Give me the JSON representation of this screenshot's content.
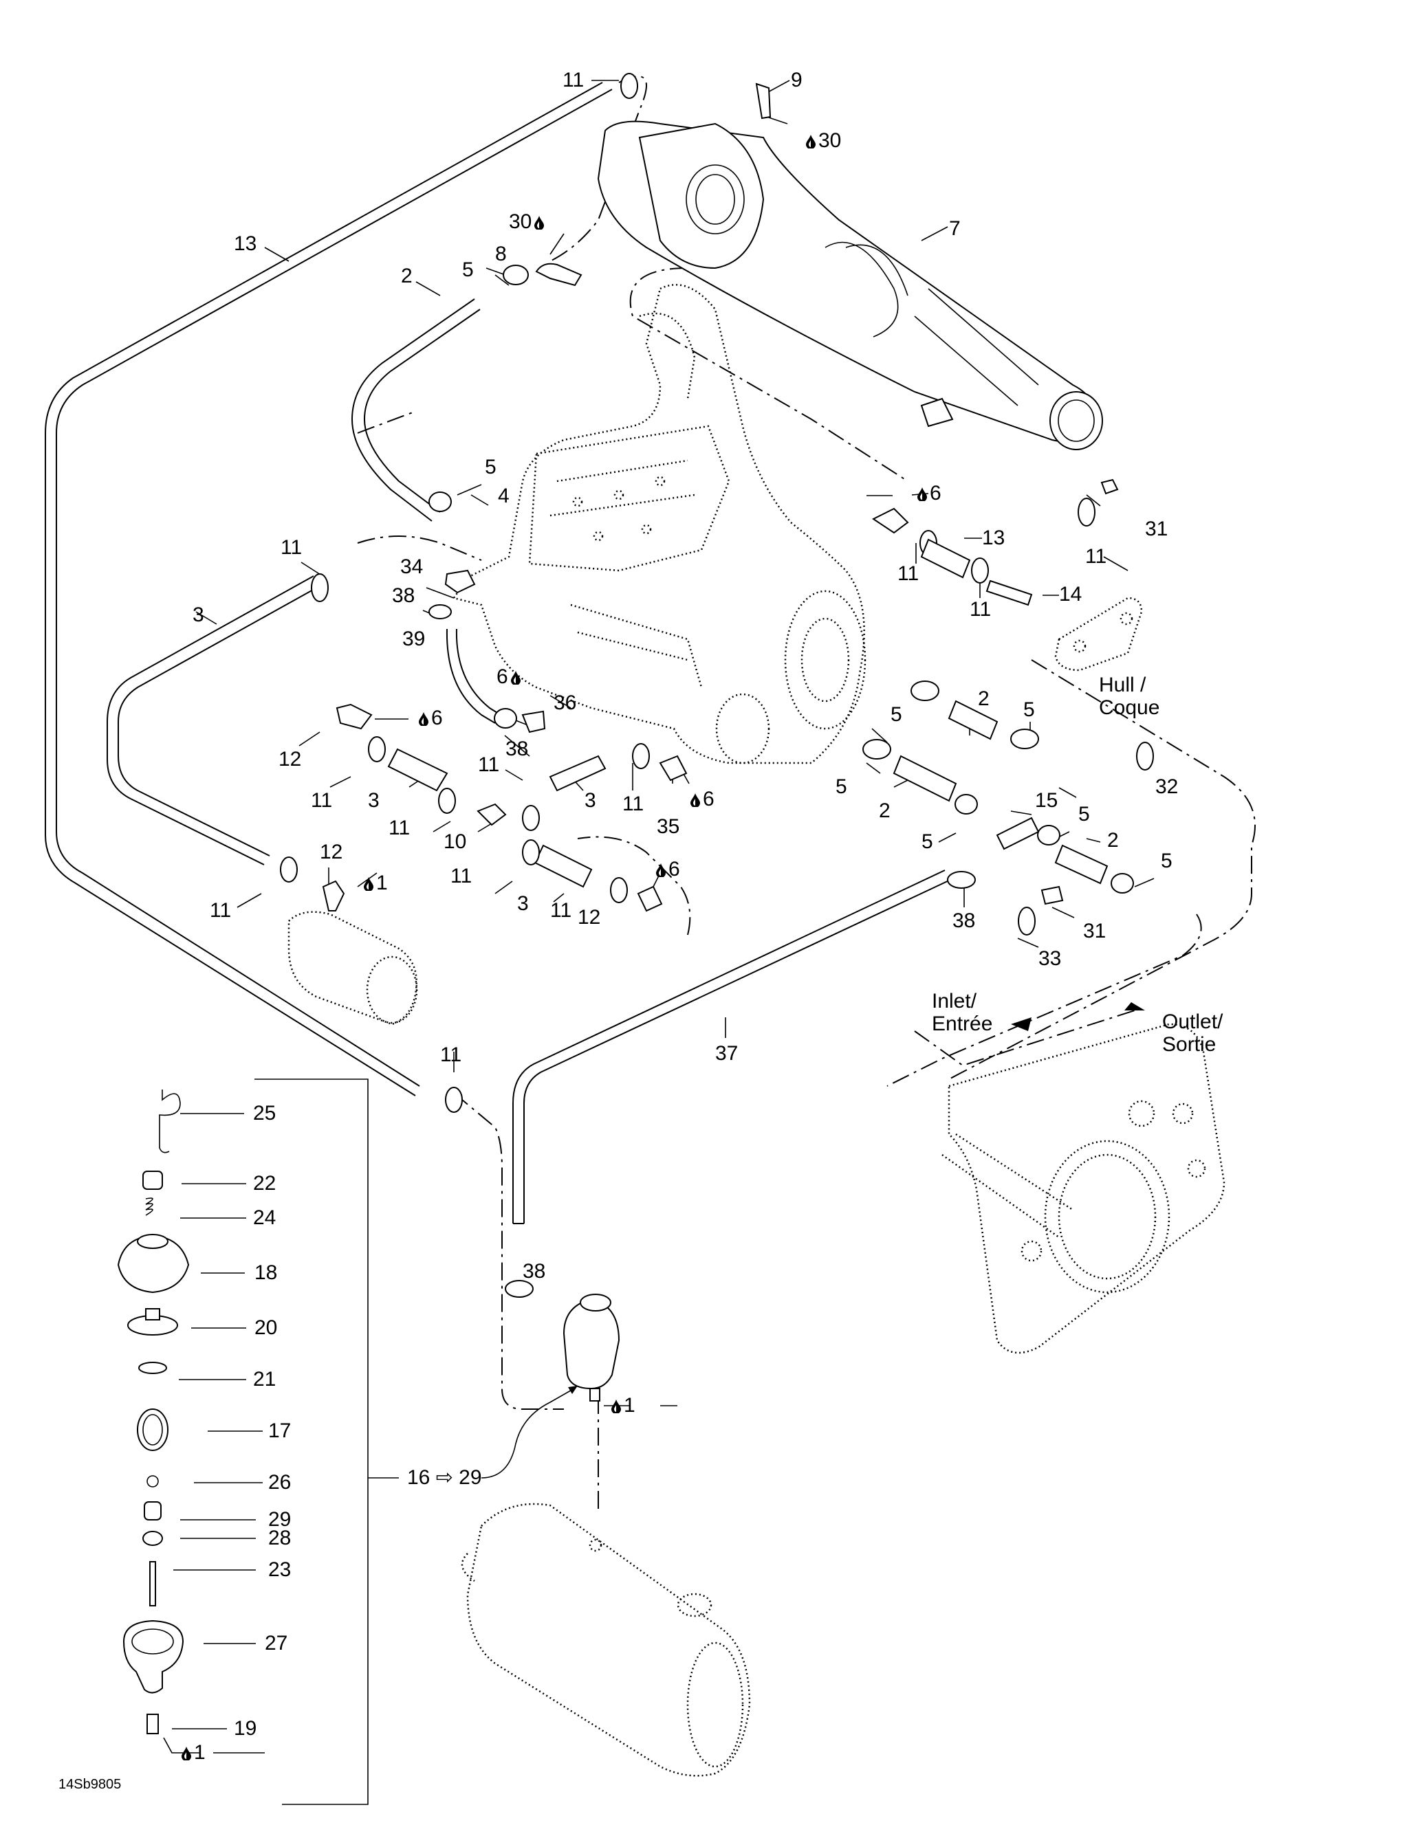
{
  "diagram": {
    "title": "Cooling system exploded parts diagram",
    "drawing_code": "14Sb9805",
    "colors": {
      "line": "#000000",
      "background": "#ffffff"
    },
    "icons": {
      "sealant_drop": "drop-icon",
      "kit_arrow": "open-arrow-icon",
      "flow_arrow": "triangle-arrow-icon"
    },
    "notes": {
      "hull": "Hull /\nCoque",
      "inlet": "Inlet/\nEntrée",
      "outlet": "Outlet/\nSortie"
    },
    "callouts": [
      {
        "id": "c-11-top",
        "text": "11",
        "drop": false
      },
      {
        "id": "c-9",
        "text": "9",
        "drop": false
      },
      {
        "id": "c-30-top",
        "text": "30",
        "drop": "before"
      },
      {
        "id": "c-7",
        "text": "7",
        "drop": false
      },
      {
        "id": "c-13-left",
        "text": "13",
        "drop": false
      },
      {
        "id": "c-30-mid",
        "text": "30",
        "drop": "after"
      },
      {
        "id": "c-8",
        "text": "8",
        "drop": false
      },
      {
        "id": "c-5-a",
        "text": "5",
        "drop": false
      },
      {
        "id": "c-2-a",
        "text": "2",
        "drop": false
      },
      {
        "id": "c-5-b",
        "text": "5",
        "drop": false
      },
      {
        "id": "c-4",
        "text": "4",
        "drop": false
      },
      {
        "id": "c-6-a",
        "text": "6",
        "drop": "before"
      },
      {
        "id": "c-31-a",
        "text": "31",
        "drop": false
      },
      {
        "id": "c-13-right",
        "text": "13",
        "drop": false
      },
      {
        "id": "c-11-b",
        "text": "11",
        "drop": false
      },
      {
        "id": "c-11-c",
        "text": "11",
        "drop": false
      },
      {
        "id": "c-11-d",
        "text": "11",
        "drop": false
      },
      {
        "id": "c-14",
        "text": "14",
        "drop": false
      },
      {
        "id": "c-11-e",
        "text": "11",
        "drop": false
      },
      {
        "id": "c-34",
        "text": "34",
        "drop": false
      },
      {
        "id": "c-38-a",
        "text": "38",
        "drop": false
      },
      {
        "id": "c-3-a",
        "text": "3",
        "drop": false
      },
      {
        "id": "c-39",
        "text": "39",
        "drop": false
      },
      {
        "id": "c-6-b",
        "text": "6",
        "drop": "after"
      },
      {
        "id": "c-36",
        "text": "36",
        "drop": false
      },
      {
        "id": "c-38-b",
        "text": "38",
        "drop": false
      },
      {
        "id": "c-6-c",
        "text": "6",
        "drop": "before"
      },
      {
        "id": "c-12-a",
        "text": "12",
        "drop": false
      },
      {
        "id": "c-11-f",
        "text": "11",
        "drop": false
      },
      {
        "id": "c-3-b",
        "text": "3",
        "drop": false
      },
      {
        "id": "c-11-g",
        "text": "11",
        "drop": false
      },
      {
        "id": "c-3-c",
        "text": "3",
        "drop": false
      },
      {
        "id": "c-11-h",
        "text": "11",
        "drop": false
      },
      {
        "id": "c-35",
        "text": "35",
        "drop": false
      },
      {
        "id": "c-6-d",
        "text": "6",
        "drop": "before"
      },
      {
        "id": "c-11-i",
        "text": "11",
        "drop": false
      },
      {
        "id": "c-10",
        "text": "10",
        "drop": false
      },
      {
        "id": "c-12-b",
        "text": "12",
        "drop": false
      },
      {
        "id": "c-1-a",
        "text": "1",
        "drop": "before"
      },
      {
        "id": "c-11-j",
        "text": "11",
        "drop": false
      },
      {
        "id": "c-11-k",
        "text": "11",
        "drop": false
      },
      {
        "id": "c-3-d",
        "text": "3",
        "drop": false
      },
      {
        "id": "c-6-e",
        "text": "6",
        "drop": "before"
      },
      {
        "id": "c-11-l",
        "text": "11",
        "drop": false
      },
      {
        "id": "c-12-c",
        "text": "12",
        "drop": false
      },
      {
        "id": "c-5-c",
        "text": "5",
        "drop": false
      },
      {
        "id": "c-2-b",
        "text": "2",
        "drop": false
      },
      {
        "id": "c-5-d",
        "text": "5",
        "drop": false
      },
      {
        "id": "c-32",
        "text": "32",
        "drop": false
      },
      {
        "id": "c-5-e",
        "text": "5",
        "drop": false
      },
      {
        "id": "c-2-c",
        "text": "2",
        "drop": false
      },
      {
        "id": "c-15",
        "text": "15",
        "drop": false
      },
      {
        "id": "c-5-f",
        "text": "5",
        "drop": false
      },
      {
        "id": "c-5-g",
        "text": "5",
        "drop": false
      },
      {
        "id": "c-2-d",
        "text": "2",
        "drop": false
      },
      {
        "id": "c-5-h",
        "text": "5",
        "drop": false
      },
      {
        "id": "c-38-c",
        "text": "38",
        "drop": false
      },
      {
        "id": "c-31-b",
        "text": "31",
        "drop": false
      },
      {
        "id": "c-33",
        "text": "33",
        "drop": false
      },
      {
        "id": "c-37",
        "text": "37",
        "drop": false
      },
      {
        "id": "c-11-m",
        "text": "11",
        "drop": false
      },
      {
        "id": "c-25",
        "text": "25",
        "drop": false
      },
      {
        "id": "c-22",
        "text": "22",
        "drop": false
      },
      {
        "id": "c-24",
        "text": "24",
        "drop": false
      },
      {
        "id": "c-18",
        "text": "18",
        "drop": false
      },
      {
        "id": "c-38-d",
        "text": "38",
        "drop": false
      },
      {
        "id": "c-20",
        "text": "20",
        "drop": false
      },
      {
        "id": "c-21",
        "text": "21",
        "drop": false
      },
      {
        "id": "c-1-b",
        "text": "1",
        "drop": "before"
      },
      {
        "id": "c-17",
        "text": "17",
        "drop": false
      },
      {
        "id": "c-26",
        "text": "26",
        "drop": false
      },
      {
        "id": "c-16-29",
        "text": "16 ⇨ 29",
        "drop": false
      },
      {
        "id": "c-29",
        "text": "29",
        "drop": false
      },
      {
        "id": "c-28",
        "text": "28",
        "drop": false
      },
      {
        "id": "c-23",
        "text": "23",
        "drop": false
      },
      {
        "id": "c-27",
        "text": "27",
        "drop": false
      },
      {
        "id": "c-19",
        "text": "19",
        "drop": false
      },
      {
        "id": "c-1-c",
        "text": "1",
        "drop": "before"
      }
    ]
  }
}
